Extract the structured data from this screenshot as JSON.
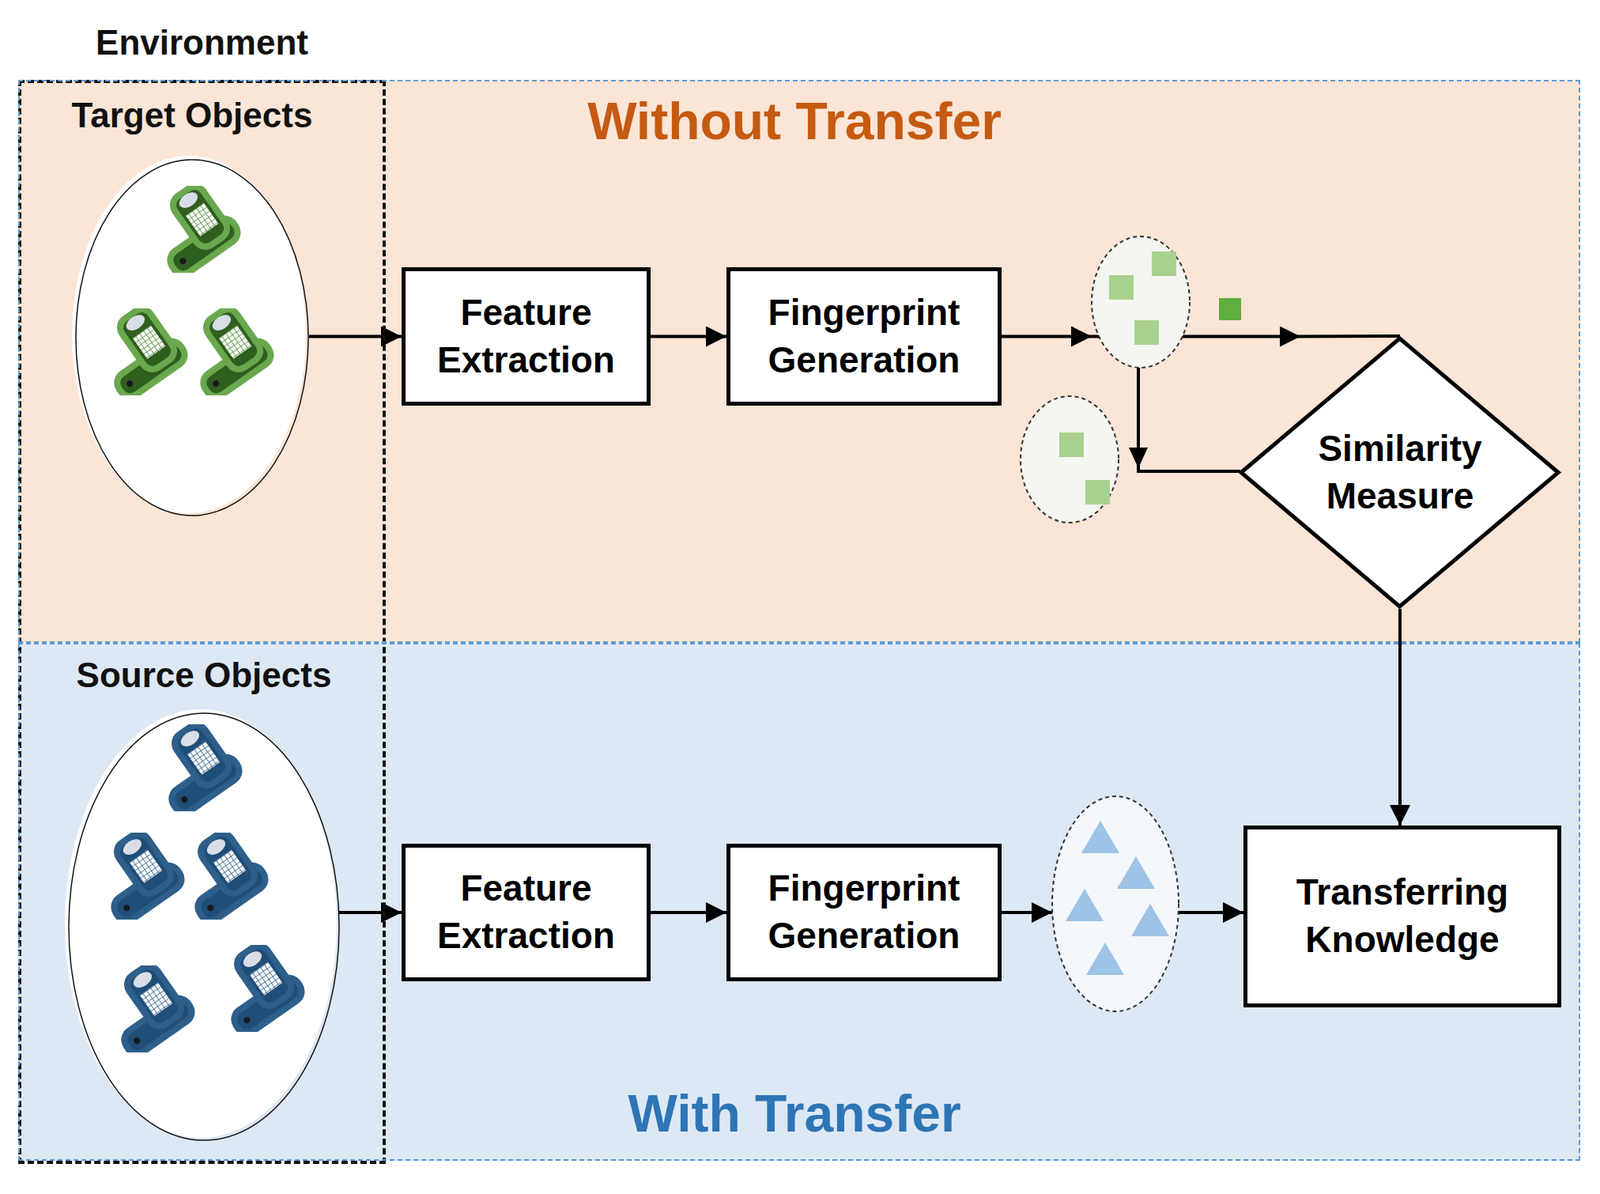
{
  "diagram": {
    "nodes": [
      {
        "text": [
          "Environment"
        ]
      },
      {
        "text": [
          "Target Objects"
        ],
        "in": 0
      },
      {
        "text": [
          "Source Objects"
        ],
        "in": 0
      },
      {
        "text": [
          "Without Transfer"
        ]
      },
      {
        "text": [
          "Feature Extraction"
        ],
        "in": 3
      },
      {
        "text": [
          "Fingerprint Generation"
        ],
        "in": 3
      },
      {
        "text": [
          "Similarity Measure"
        ],
        "in": 3
      },
      {
        "text": [
          "With Transfer"
        ]
      },
      {
        "text": [
          "Feature Extraction"
        ],
        "in": 7
      },
      {
        "text": [
          "Fingerprint Generation"
        ],
        "in": 7
      },
      {
        "text": [
          "Transferring Knowledge"
        ],
        "in": 7
      }
    ],
    "edges": [
      {
        "from": 1,
        "to": 4,
        "arrow": "to"
      },
      {
        "from": 4,
        "to": 5,
        "arrow": "to"
      },
      {
        "from": 5,
        "to": 6,
        "arrow": "to"
      },
      {
        "from": 6,
        "to": 10,
        "arrow": "to"
      },
      {
        "from": 2,
        "to": 8,
        "arrow": "to"
      },
      {
        "from": 8,
        "to": 9,
        "arrow": "to"
      },
      {
        "from": 9,
        "to": 10,
        "arrow": "to"
      }
    ]
  }
}
